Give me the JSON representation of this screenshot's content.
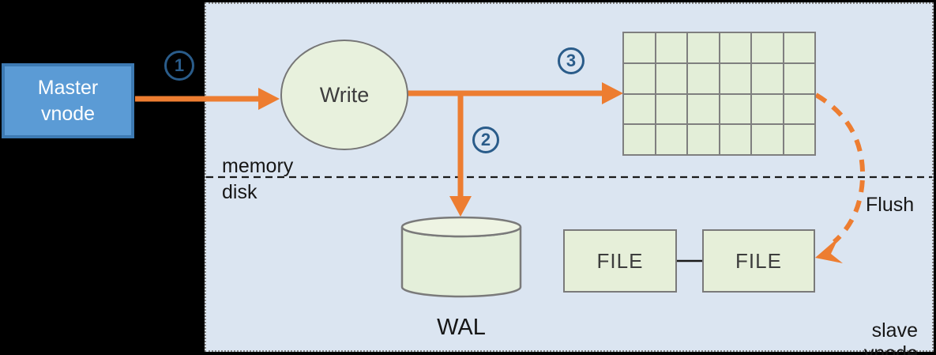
{
  "diagram": {
    "nodes": {
      "master_vnode": "Master\nvnode",
      "write": "Write",
      "file_left": "FILE",
      "file_right": "FILE"
    },
    "steps": {
      "s1": "1",
      "s2": "2",
      "s3": "3"
    },
    "labels": {
      "memory": "memory",
      "disk": "disk",
      "wal": "WAL",
      "flush": "Flush",
      "slave_vnode": "slave vnode"
    },
    "grid": {
      "rows": 4,
      "cols": 6
    },
    "colors": {
      "canvas_black": "#000000",
      "panel_bg": "#dbe5f1",
      "panel_dotted_border": "#828282",
      "master_blue": "#5b9bd5",
      "master_border": "#3d7ab3",
      "green_fill": "#e6efd9",
      "grid_cell_green": "#e3eed8",
      "shape_border_gray": "#7a7a7a",
      "arrow_orange": "#ed7d31",
      "step_badge_blue": "#2a5c8a",
      "node_text_gray": "#3d3d3d",
      "label_text": "#161616"
    }
  }
}
